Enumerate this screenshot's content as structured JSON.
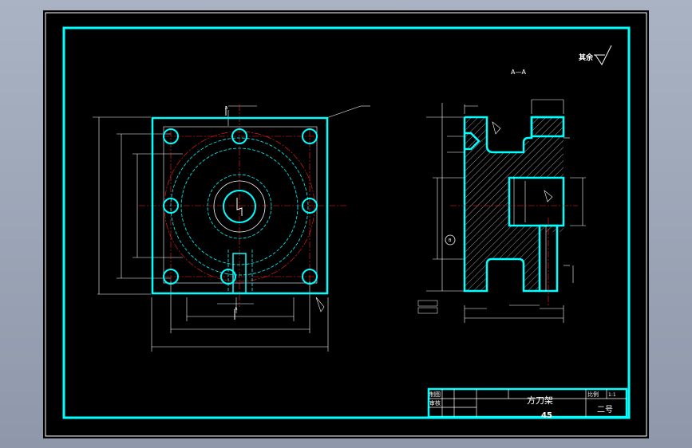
{
  "colors": {
    "background": "#000000",
    "border": "#00ffff",
    "centerline": "#ff2020",
    "dimension": "#ffffff",
    "hatch": "#ffffff"
  },
  "drawing": {
    "section_label": "A—A",
    "roughness_note": "其余",
    "view_marker_left": "A",
    "view_marker_bottom": "A"
  },
  "title_block": {
    "part_name": "方刀架",
    "material": "45",
    "scale_label": "比例",
    "scale_value": "1:1",
    "drawing_no": "二号",
    "drawn_by_label": "制图",
    "checked_by_label": "审核"
  }
}
